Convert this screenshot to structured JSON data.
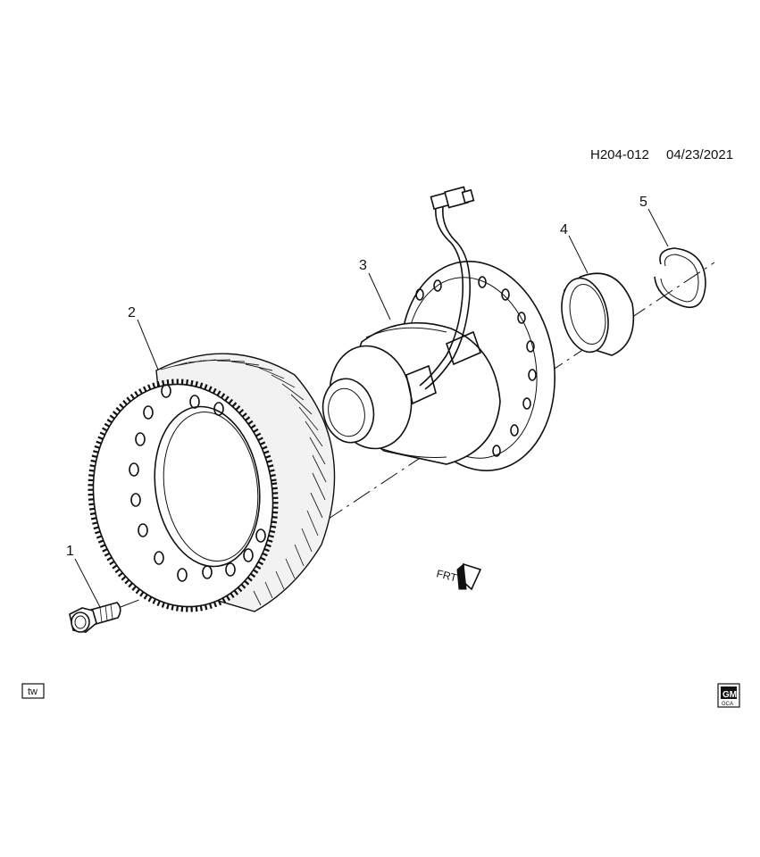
{
  "diagram": {
    "reference_code": "H204-012",
    "reference_date": "04/23/2021",
    "callouts": [
      {
        "id": "1",
        "label": "1"
      },
      {
        "id": "2",
        "label": "2"
      },
      {
        "id": "3",
        "label": "3"
      },
      {
        "id": "4",
        "label": "4"
      },
      {
        "id": "5",
        "label": "5"
      }
    ],
    "direction_label": "FRT",
    "corner_badge": "tw",
    "logo": {
      "text": "GM",
      "subtext": "GCA"
    }
  }
}
